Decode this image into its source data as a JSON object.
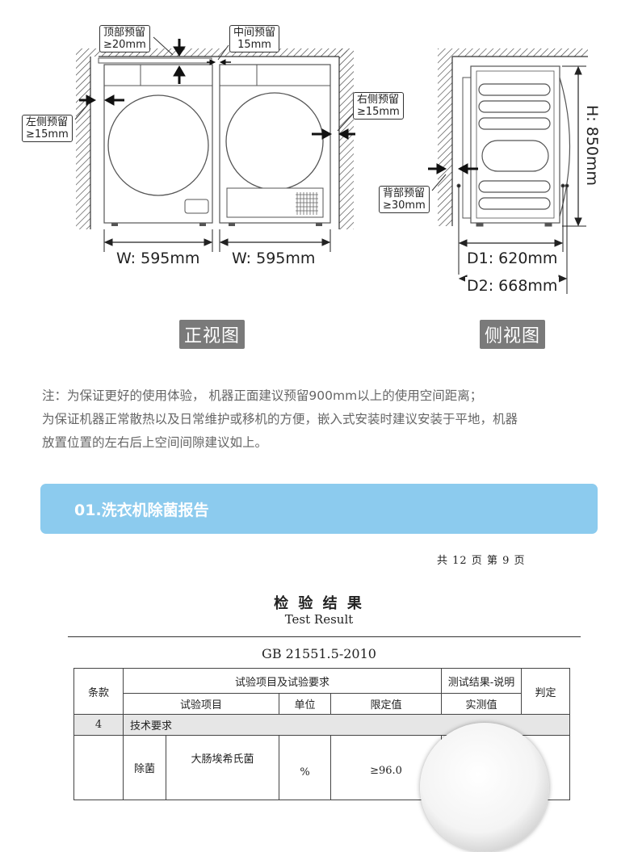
{
  "diagram": {
    "front_view": {
      "callouts": {
        "top": [
          "顶部预留",
          "≥20mm"
        ],
        "middle": [
          "中间预留",
          "15mm"
        ],
        "left": [
          "左侧预留",
          "≥15mm"
        ],
        "right": [
          "右侧预留",
          "≥15mm"
        ]
      },
      "width_left": "W: 595mm",
      "width_right": "W: 595mm",
      "label": "正视图"
    },
    "side_view": {
      "height": "H: 850mm",
      "callout_back": [
        "背部预留",
        "≥30mm"
      ],
      "d1": "D1: 620mm",
      "d2": "D2: 668mm",
      "label": "侧视图"
    }
  },
  "note": {
    "line1": "注：为保证更好的使用体验， 机器正面建议预留900mm以上的使用空间距离；",
    "line2": "为保证机器正常散热以及日常维护或移机的方便，嵌入式安装时建议安装于平地，机器",
    "line3": "放置位置的左右后上空间间隙建议如上。"
  },
  "section": {
    "title": "01.洗衣机除菌报告"
  },
  "report": {
    "page_info": "共 12 页   第 9 页",
    "title_cn": "检 验 结 果",
    "title_en": "Test Result",
    "standard": "GB 21551.5-2010",
    "headers": {
      "clause": "条款",
      "items_requirements": "试验项目及试验要求",
      "result_desc": "测试结果-说明",
      "judgement": "判定",
      "test_item": "试验项目",
      "unit": "单位",
      "limit": "限定值",
      "measured": "实测值"
    },
    "row_tech": {
      "clause": "4",
      "text": "技术要求"
    },
    "row_first": {
      "category": "除菌",
      "item": "大肠埃希氏菌",
      "unit": "%",
      "limit": "≥96.0"
    }
  }
}
